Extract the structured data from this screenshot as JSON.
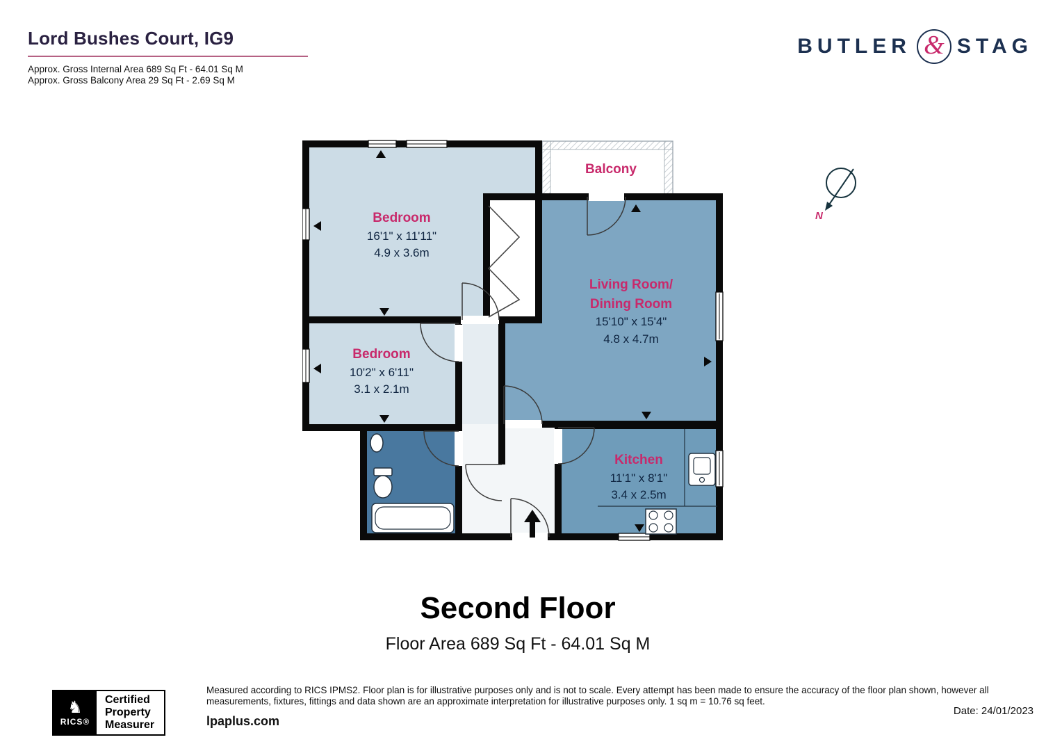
{
  "header": {
    "title": "Lord Bushes Court, IG9",
    "internal_area": "Approx. Gross Internal Area 689 Sq Ft - 64.01 Sq M",
    "balcony_area": "Approx. Gross Balcony Area 29 Sq Ft - 2.69 Sq M"
  },
  "brand": {
    "left": "BUTLER",
    "amp": "&",
    "right": "STAG"
  },
  "rooms": {
    "bedroom1": {
      "name": "Bedroom",
      "imperial": "16'1\" x 11'11\"",
      "metric": "4.9 x 3.6m"
    },
    "bedroom2": {
      "name": "Bedroom",
      "imperial": "10'2\" x 6'11\"",
      "metric": "3.1 x 2.1m"
    },
    "living": {
      "name": "Living Room/\nDining Room",
      "imperial": "15'10\" x 15'4\"",
      "metric": "4.8 x 4.7m"
    },
    "kitchen": {
      "name": "Kitchen",
      "imperial": "11'1\" x 8'1\"",
      "metric": "3.4 x 2.5m"
    },
    "balcony": {
      "name": "Balcony"
    }
  },
  "compass": {
    "label": "N"
  },
  "floor": {
    "title": "Second Floor",
    "area": "Floor Area 689 Sq Ft - 64.01 Sq M"
  },
  "rics": {
    "emblem": "♞",
    "name": "RICS®",
    "line1": "Certified",
    "line2": "Property",
    "line3": "Measurer"
  },
  "footer": {
    "disclaimer": "Measured according to RICS IPMS2. Floor plan is for illustrative purposes only and is not to scale. Every attempt has been made to ensure the accuracy of the floor plan shown, however all measurements, fixtures, fittings and data shown are an approximate interpretation for illustrative purposes only. 1 sq m = 10.76 sq feet.",
    "site": "lpaplus.com",
    "date": "Date: 24/01/2023"
  },
  "colors": {
    "accent": "#c8296b",
    "navy": "#1c3050",
    "title": "#2a2141",
    "rule": "#b56183",
    "ink": "#0e2440",
    "room-light": "#ccdce6",
    "room-mid": "#7ea6c2",
    "room-kitchen": "#6f9cba",
    "room-bath": "#49789f",
    "hall-a": "#e6edf2",
    "hall-b": "#f3f6f8"
  }
}
